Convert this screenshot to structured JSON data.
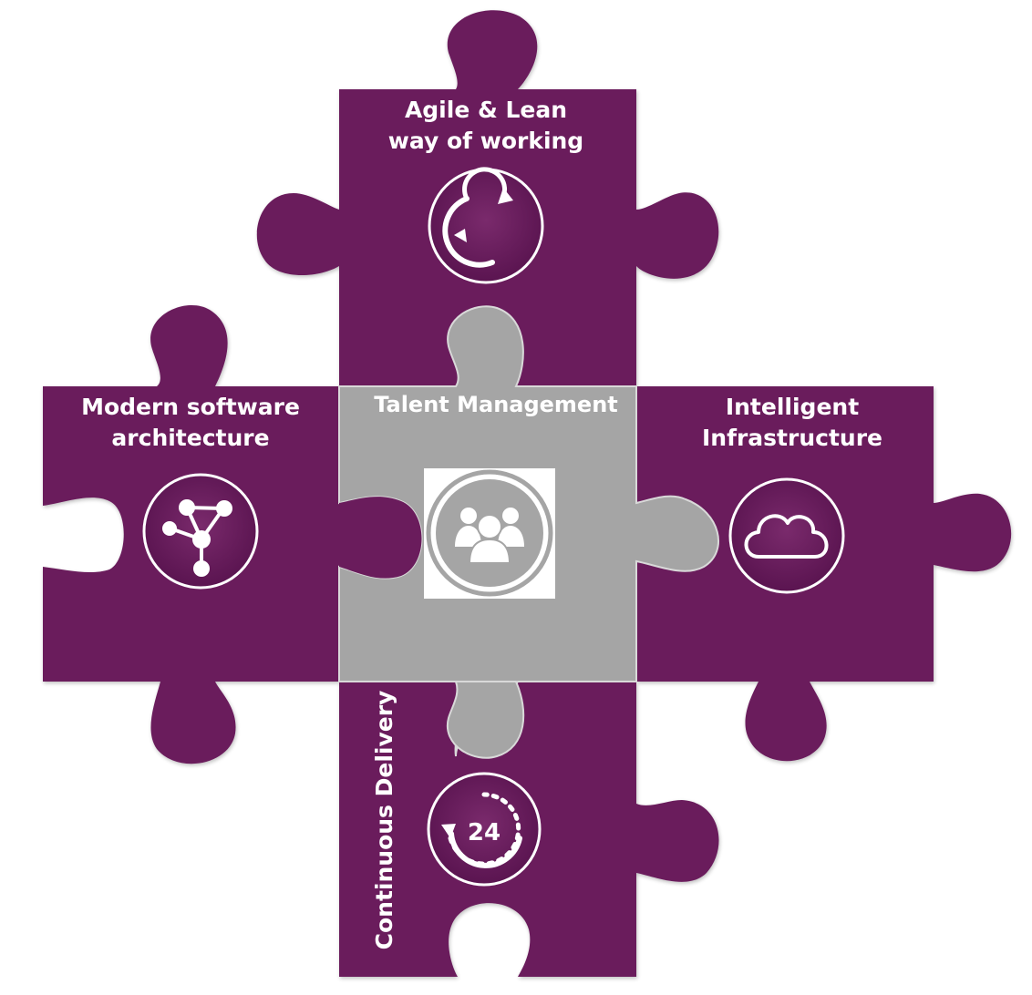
{
  "pieces": {
    "top": {
      "label_lines": [
        "Agile & Lean",
        "way of working"
      ],
      "icon": "agile-cycle-icon"
    },
    "left": {
      "label_lines": [
        "Modern software",
        "architecture"
      ],
      "icon": "network-nodes-icon"
    },
    "right": {
      "label_lines": [
        "Intelligent",
        "Infrastructure"
      ],
      "icon": "cloud-icon"
    },
    "bottom": {
      "label": "Continuous Delivery",
      "icon": "24-hour-cycle-icon",
      "icon_text": "24"
    },
    "center": {
      "label": "Talent Management",
      "icon": "team-people-icon"
    }
  },
  "colors": {
    "purple": "#6a1c5c",
    "gray": "#a5a5a5"
  }
}
